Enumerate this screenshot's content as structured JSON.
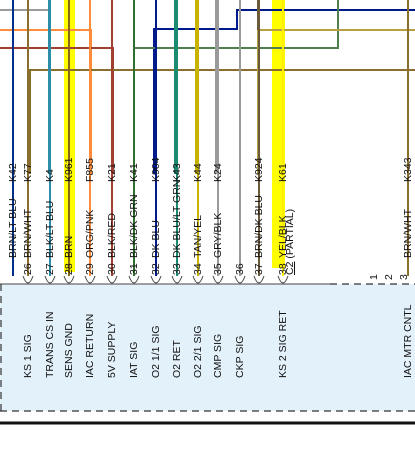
{
  "diagram": {
    "colors": {
      "highlight": "#ffff00",
      "module_fill": "#e3f1fa",
      "box_outline": "#444444",
      "dash": "#333333"
    },
    "wires": [
      {
        "pin": "",
        "color": "BRN/LT BLU",
        "circuit": "K42",
        "stroke": "#00308a"
      },
      {
        "pin": "26",
        "color": "BRN/WHT",
        "circuit": "K77",
        "stroke": "#8a6f2c"
      },
      {
        "pin": "27",
        "color": "BLK/LT BLU",
        "circuit": "K4",
        "stroke": "#2b8da8"
      },
      {
        "pin": "28",
        "color": "BRN",
        "circuit": "K961",
        "stroke": "#8b6914",
        "highlight": true
      },
      {
        "pin": "29",
        "color": "ORG/PNK",
        "circuit": "F855",
        "stroke": "#ff8c3a"
      },
      {
        "pin": "30",
        "color": "BLK/RED",
        "circuit": "K21",
        "stroke": "#a04030"
      },
      {
        "pin": "31",
        "color": "BLK/DK GRN",
        "circuit": "K41",
        "stroke": "#2f6f2f"
      },
      {
        "pin": "32",
        "color": "DK BLU",
        "circuit": "K904",
        "stroke": "#001a8c"
      },
      {
        "pin": "33",
        "color": "DK BLU/LT GRN",
        "circuit": "K43",
        "stroke": "#1a8a70"
      },
      {
        "pin": "34",
        "color": "TAN/YEL",
        "circuit": "K44",
        "stroke": "#c8b400"
      },
      {
        "pin": "35",
        "color": "GRY/BLK",
        "circuit": "K24",
        "stroke": "#9a9a9a"
      },
      {
        "pin": "36",
        "color": "",
        "circuit": "",
        "stroke": "#9a9a9a"
      },
      {
        "pin": "37",
        "color": "BRN/DK BLU",
        "circuit": "K924",
        "stroke": "#6b5a3a"
      },
      {
        "pin": "38",
        "color": "YEL/BLK",
        "circuit": "K61",
        "stroke": "#ffee00",
        "highlight": true
      },
      {
        "pin": "",
        "color": "BRN/WHT",
        "circuit": "K343",
        "stroke": "#8a6f2c"
      }
    ],
    "connector_label": "C2",
    "connector_note": "(PARTIAL)",
    "module_pins": [
      "1",
      "2",
      "3"
    ],
    "signals": [
      "KS 1 SIG",
      "TRANS CS IN",
      "SENS GND",
      "IAC RETURN",
      "5V SUPPLY",
      "IAT SIG",
      "O2 1/1 SIG",
      "O2 RET",
      "O2 2/1 SIG",
      "CMP SIG",
      "CKP SIG",
      "",
      "KS 2 SIG RET",
      "IAC MTR CNTL"
    ]
  }
}
